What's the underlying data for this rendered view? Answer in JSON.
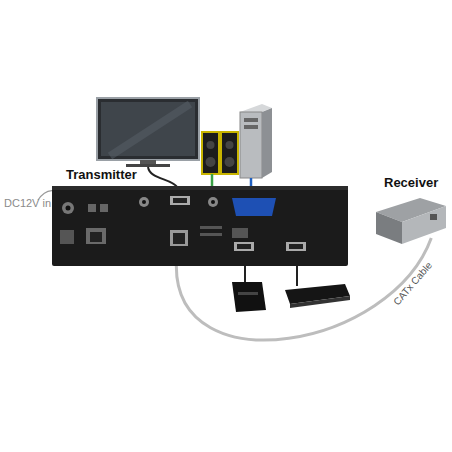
{
  "diagram": {
    "nodes": [
      {
        "text": [
          "Transmitter"
        ]
      },
      {
        "text": [
          "Receiver"
        ]
      }
    ],
    "edges": [
      {
        "from": 0,
        "to": 1,
        "label": "CATx Cable",
        "arrow": "none"
      }
    ],
    "labels": [
      "DC12V in"
    ]
  }
}
